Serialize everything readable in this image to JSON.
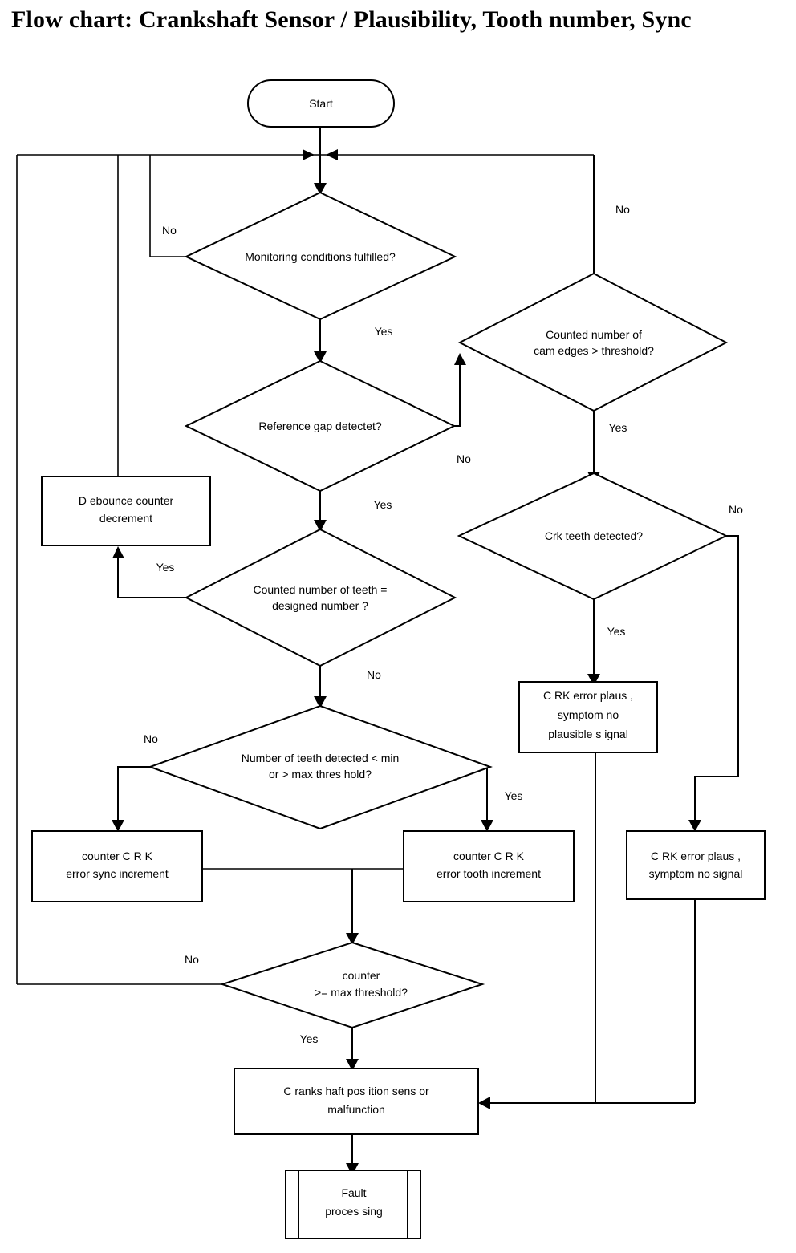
{
  "title": "Flow chart:  Crankshaft Sensor / Plausibility, Tooth number, Sync",
  "chart_data": {
    "type": "flowchart",
    "title": "Flow chart:  Crankshaft Sensor / Plausibility, Tooth number, Sync",
    "nodes": [
      {
        "id": "start",
        "shape": "terminator",
        "lines": [
          "Start"
        ]
      },
      {
        "id": "mon_cond",
        "shape": "decision",
        "lines": [
          "Monitoring conditions fulfilled?"
        ]
      },
      {
        "id": "ref_gap",
        "shape": "decision",
        "lines": [
          "Reference gap detectet?"
        ]
      },
      {
        "id": "cam_edges",
        "shape": "decision",
        "lines": [
          "Counted number of",
          "cam edges > threshold?"
        ]
      },
      {
        "id": "crk_teeth",
        "shape": "decision",
        "lines": [
          "Crk teeth detected?"
        ]
      },
      {
        "id": "debounce",
        "shape": "process",
        "lines": [
          "D ebounce counter",
          "decrement"
        ]
      },
      {
        "id": "teeth_eq",
        "shape": "decision",
        "lines": [
          "Counted number of teeth  =",
          "designed number ?"
        ]
      },
      {
        "id": "teeth_thresh",
        "shape": "decision",
        "lines": [
          "Number of teeth detected  < min",
          "or > max thres hold?"
        ]
      },
      {
        "id": "err_plaus_sig",
        "shape": "process",
        "lines": [
          "C RK error plaus ,",
          "symptom no",
          "plausible s ignal"
        ]
      },
      {
        "id": "cnt_sync",
        "shape": "process",
        "lines": [
          "counter C R K",
          "error sync increment"
        ]
      },
      {
        "id": "cnt_tooth",
        "shape": "process",
        "lines": [
          "counter C R K",
          "error tooth increment"
        ]
      },
      {
        "id": "err_no_sig",
        "shape": "process",
        "lines": [
          "C RK error plaus ,",
          "symptom no signal"
        ]
      },
      {
        "id": "cnt_max",
        "shape": "decision",
        "lines": [
          "counter",
          ">= max threshold?"
        ]
      },
      {
        "id": "crk_malfunction",
        "shape": "process",
        "lines": [
          "C ranks haft pos ition sens or",
          "malfunction"
        ]
      },
      {
        "id": "fault_proc",
        "shape": "predefined-process",
        "lines": [
          "Fault",
          "proces sing"
        ]
      }
    ],
    "edges": [
      {
        "from": "start",
        "to": "mon_cond",
        "label": ""
      },
      {
        "from": "mon_cond",
        "to": "loop_top",
        "label": "No"
      },
      {
        "from": "mon_cond",
        "to": "ref_gap",
        "label": "Yes"
      },
      {
        "from": "ref_gap",
        "to": "cam_edges",
        "label": "No"
      },
      {
        "from": "ref_gap",
        "to": "teeth_eq",
        "label": "Yes"
      },
      {
        "from": "cam_edges",
        "to": "loop_top",
        "label": "No"
      },
      {
        "from": "cam_edges",
        "to": "crk_teeth",
        "label": "Yes"
      },
      {
        "from": "crk_teeth",
        "to": "err_plaus_sig",
        "label": "Yes"
      },
      {
        "from": "crk_teeth",
        "to": "err_no_sig",
        "label": "No"
      },
      {
        "from": "teeth_eq",
        "to": "debounce",
        "label": "Yes"
      },
      {
        "from": "teeth_eq",
        "to": "teeth_thresh",
        "label": "No"
      },
      {
        "from": "teeth_thresh",
        "to": "cnt_sync",
        "label": "No"
      },
      {
        "from": "teeth_thresh",
        "to": "cnt_tooth",
        "label": "Yes"
      },
      {
        "from": "cnt_sync",
        "to": "cnt_max",
        "label": ""
      },
      {
        "from": "cnt_tooth",
        "to": "cnt_max",
        "label": ""
      },
      {
        "from": "cnt_max",
        "to": "loop_top",
        "label": "No"
      },
      {
        "from": "cnt_max",
        "to": "crk_malfunction",
        "label": "Yes"
      },
      {
        "from": "err_plaus_sig",
        "to": "crk_malfunction",
        "label": ""
      },
      {
        "from": "err_no_sig",
        "to": "crk_malfunction",
        "label": ""
      },
      {
        "from": "debounce",
        "to": "loop_top",
        "label": ""
      },
      {
        "from": "crk_malfunction",
        "to": "fault_proc",
        "label": ""
      }
    ],
    "edge_labels": [
      "No",
      "Yes",
      "No",
      "Yes",
      "No",
      "Yes",
      "Yes",
      "No",
      "Yes",
      "No",
      "No",
      "Yes",
      "No",
      "Yes"
    ],
    "colors": {
      "stroke": "#000000",
      "fill": "#ffffff",
      "text": "#000000"
    }
  },
  "nodes": {
    "start": {
      "l1": "Start"
    },
    "mon_cond": {
      "l1": "Monitoring conditions fulfilled?"
    },
    "ref_gap": {
      "l1": "Reference gap detectet?"
    },
    "cam_edges": {
      "l1": "Counted number of",
      "l2": "cam edges > threshold?"
    },
    "crk_teeth": {
      "l1": "Crk teeth detected?"
    },
    "debounce": {
      "l1": "D ebounce counter",
      "l2": "decrement"
    },
    "teeth_eq": {
      "l1": "Counted number of teeth  =",
      "l2": "designed number ?"
    },
    "teeth_thresh": {
      "l1": "Number of teeth detected  < min",
      "l2": "or > max thres hold?"
    },
    "err_plaus_sig": {
      "l1": "C RK error plaus ,",
      "l2": "symptom no",
      "l3": "plausible s ignal"
    },
    "cnt_sync": {
      "l1": "counter C R K",
      "l2": "error sync increment"
    },
    "cnt_tooth": {
      "l1": "counter C R K",
      "l2": "error tooth increment"
    },
    "err_no_sig": {
      "l1": "C RK error plaus ,",
      "l2": "symptom no signal"
    },
    "cnt_max": {
      "l1": "counter",
      "l2": ">= max threshold?"
    },
    "crk_malfunction": {
      "l1": "C ranks haft pos ition sens or",
      "l2": "malfunction"
    },
    "fault_proc": {
      "l1": "Fault",
      "l2": "proces sing"
    }
  },
  "labels": {
    "mon_no": "No",
    "mon_yes": "Yes",
    "cam_no": "No",
    "cam_yes": "Yes",
    "ref_no": "No",
    "ref_yes": "Yes",
    "crk_no": "No",
    "crk_yes": "Yes",
    "teeth_eq_yes": "Yes",
    "teeth_eq_no": "No",
    "thresh_no": "No",
    "thresh_yes": "Yes",
    "cnt_no": "No",
    "cnt_yes": "Yes"
  }
}
